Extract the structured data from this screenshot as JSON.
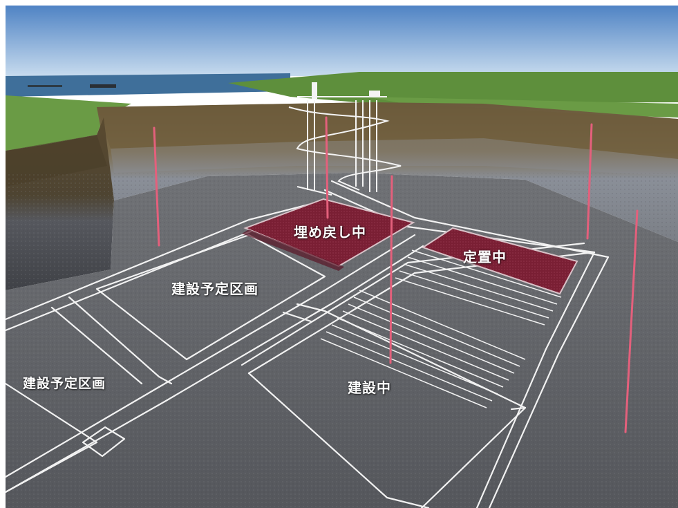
{
  "scene": {
    "zones": {
      "backfilling": "埋め戻し中",
      "emplaced": "定置中",
      "planned_upper": "建設予定区画",
      "planned_left": "建設予定区画",
      "under_construction": "建設中"
    },
    "colors": {
      "sky_top": "#4f83c4",
      "sky_bottom": "#b9d1e8",
      "sea": "#3f6f9a",
      "grass": "#5e8f3c",
      "soil": "#6b5a3c",
      "rock": "#5f6064",
      "tunnel": "#f2f2f2",
      "waste_panel": "#7a1f34",
      "borehole": "#e4607c"
    },
    "icons": [
      "access-shaft-icon",
      "monitoring-borehole-icon"
    ]
  }
}
